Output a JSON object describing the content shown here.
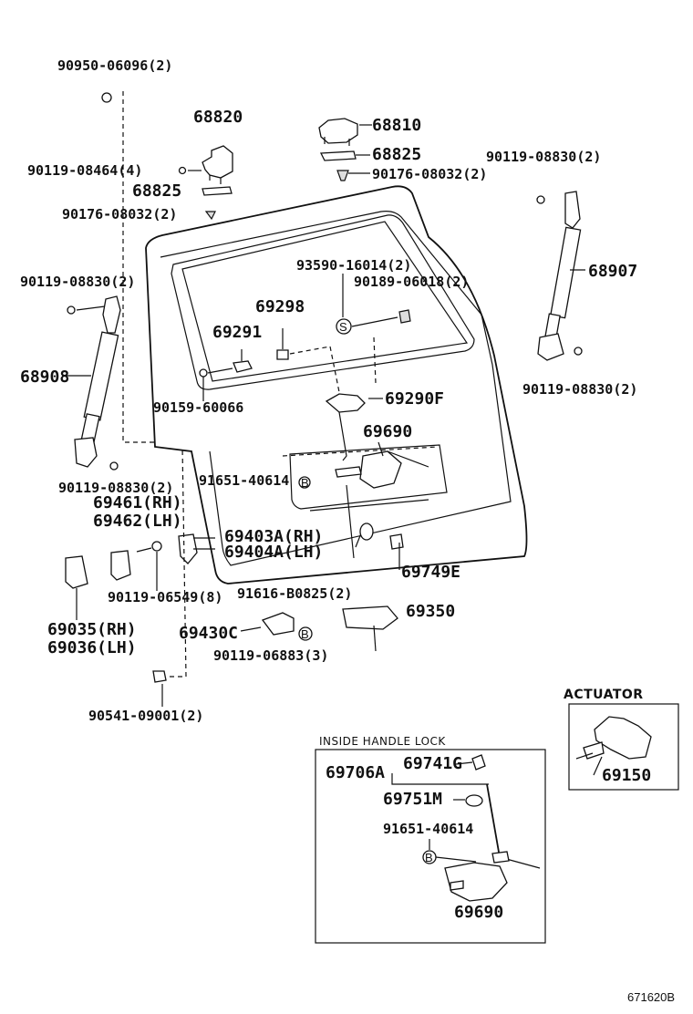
{
  "labels": {
    "p90950_06096": "90950-06096(2)",
    "p68820": "68820",
    "p90119_08464": "90119-08464(4)",
    "p68825_left": "68825",
    "p90176_08032_left": "90176-08032(2)",
    "p68810": "68810",
    "p68825_right": "68825",
    "p90176_08032_right": "90176-08032(2)",
    "p90119_08830_tr": "90119-08830(2)",
    "p90119_08830_l": "90119-08830(2)",
    "p93590_16014": "93590-16014(2)",
    "p90189_06018": "90189-06018(2)",
    "p68907": "68907",
    "p69298": "69298",
    "p69291": "69291",
    "p68908": "68908",
    "p90119_08830_r2": "90119-08830(2)",
    "p90159_60066": "90159-60066",
    "p69290f": "69290F",
    "p69690_main": "69690",
    "p90119_08830_l2": "90119-08830(2)",
    "p91651_40614_main": "91651-40614",
    "p69461": "69461(RH)",
    "p69462": "69462(LH)",
    "p69403a": "69403A(RH)",
    "p69404a": "69404A(LH)",
    "p69749e": "69749E",
    "p90119_06549": "90119-06549(8)",
    "p91616_b0825": "91616-B0825(2)",
    "p69350": "69350",
    "p69035": "69035(RH)",
    "p69036": "69036(LH)",
    "p69430c": "69430C",
    "p90119_06883": "90119-06883(3)",
    "p90541_09001": "90541-09001(2)",
    "actuator_title": "ACTUATOR",
    "p69150": "69150",
    "inside_title": "INSIDE HANDLE LOCK",
    "p69706a": "69706A",
    "p69741g": "69741G",
    "p69751m": "69751M",
    "p91651_40614_inset": "91651-40614",
    "p69690_inset": "69690",
    "callout_s": "S",
    "callout_b1": "B",
    "callout_b2": "B",
    "callout_b3": "B",
    "figure_ref": "671620B"
  }
}
